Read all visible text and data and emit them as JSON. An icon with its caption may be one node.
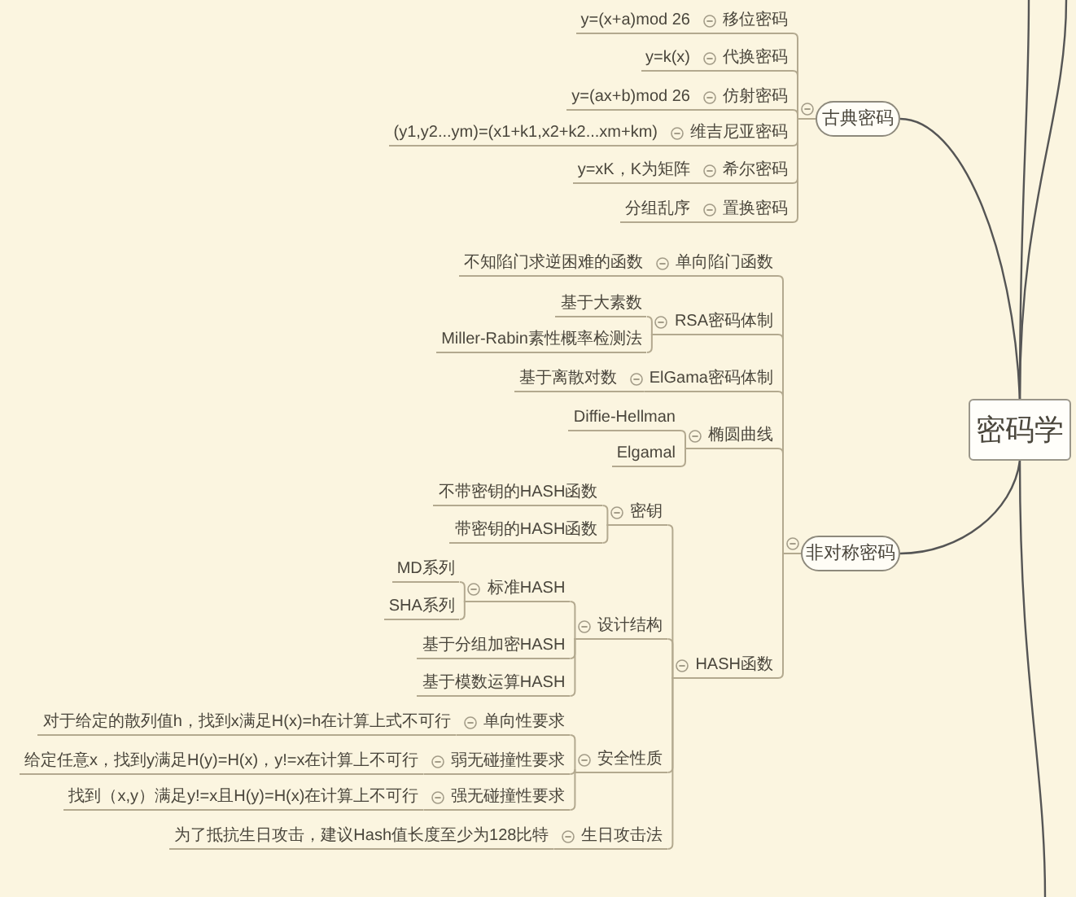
{
  "diagram": {
    "nodes": [
      {
        "text": [
          "密码学"
        ]
      },
      {
        "text": [
          "古典密码"
        ]
      },
      {
        "text": [
          "移位密码"
        ]
      },
      {
        "text": [
          "y=(x+a)mod 26"
        ]
      },
      {
        "text": [
          "代换密码"
        ]
      },
      {
        "text": [
          "y=k(x)"
        ]
      },
      {
        "text": [
          "仿射密码"
        ]
      },
      {
        "text": [
          "y=(ax+b)mod 26"
        ]
      },
      {
        "text": [
          "维吉尼亚密码"
        ]
      },
      {
        "text": [
          "(y1,y2...ym)=(x1+k1,x2+k2...xm+km)"
        ]
      },
      {
        "text": [
          "希尔密码"
        ]
      },
      {
        "text": [
          "y=xK，K为矩阵"
        ]
      },
      {
        "text": [
          "置换密码"
        ]
      },
      {
        "text": [
          "分组乱序"
        ]
      },
      {
        "text": [
          "非对称密码"
        ]
      },
      {
        "text": [
          "单向陷门函数"
        ]
      },
      {
        "text": [
          "不知陷门求逆困难的函数"
        ]
      },
      {
        "text": [
          "RSA密码体制"
        ]
      },
      {
        "text": [
          "基于大素数"
        ]
      },
      {
        "text": [
          "Miller-Rabin素性概率检测法"
        ]
      },
      {
        "text": [
          "ElGama密码体制"
        ]
      },
      {
        "text": [
          "基于离散对数"
        ]
      },
      {
        "text": [
          "椭圆曲线"
        ]
      },
      {
        "text": [
          "Diffie-Hellman"
        ]
      },
      {
        "text": [
          "Elgamal"
        ]
      },
      {
        "text": [
          "HASH函数"
        ]
      },
      {
        "text": [
          "密钥"
        ]
      },
      {
        "text": [
          "不带密钥的HASH函数"
        ]
      },
      {
        "text": [
          "带密钥的HASH函数"
        ]
      },
      {
        "text": [
          "设计结构"
        ]
      },
      {
        "text": [
          "标准HASH"
        ]
      },
      {
        "text": [
          "MD系列"
        ]
      },
      {
        "text": [
          "SHA系列"
        ]
      },
      {
        "text": [
          "基于分组加密HASH"
        ]
      },
      {
        "text": [
          "基于模数运算HASH"
        ]
      },
      {
        "text": [
          "安全性质"
        ]
      },
      {
        "text": [
          "单向性要求"
        ]
      },
      {
        "text": [
          "对于给定的散列值h，找到x满足H(x)=h在计算上式不可行"
        ]
      },
      {
        "text": [
          "弱无碰撞性要求"
        ]
      },
      {
        "text": [
          "给定任意x，找到y满足H(y)=H(x)，y!=x在计算上不可行"
        ]
      },
      {
        "text": [
          "强无碰撞性要求"
        ]
      },
      {
        "text": [
          "找到（x,y）满足y!=x且H(y)=H(x)在计算上不可行"
        ]
      },
      {
        "text": [
          "生日攻击法"
        ]
      },
      {
        "text": [
          "为了抵抗生日攻击，建议Hash值长度至少为128比特"
        ]
      }
    ],
    "edges": [
      {
        "from": 0,
        "to": 1,
        "arrow": "none",
        "color": "#555555"
      },
      {
        "from": 0,
        "to": 14,
        "arrow": "none",
        "color": "#555555"
      },
      {
        "from": 0,
        "to": null,
        "arrow": "none",
        "color": "#555555"
      },
      {
        "from": 0,
        "to": null,
        "arrow": "none",
        "color": "#555555"
      },
      {
        "from": 0,
        "to": null,
        "arrow": "none",
        "color": "#555555"
      },
      {
        "from": 1,
        "to": 2,
        "arrow": "none"
      },
      {
        "from": 2,
        "to": 3,
        "arrow": "none"
      },
      {
        "from": 1,
        "to": 4,
        "arrow": "none"
      },
      {
        "from": 4,
        "to": 5,
        "arrow": "none"
      },
      {
        "from": 1,
        "to": 6,
        "arrow": "none"
      },
      {
        "from": 6,
        "to": 7,
        "arrow": "none"
      },
      {
        "from": 1,
        "to": 8,
        "arrow": "none"
      },
      {
        "from": 8,
        "to": 9,
        "arrow": "none"
      },
      {
        "from": 1,
        "to": 10,
        "arrow": "none"
      },
      {
        "from": 10,
        "to": 11,
        "arrow": "none"
      },
      {
        "from": 1,
        "to": 12,
        "arrow": "none"
      },
      {
        "from": 12,
        "to": 13,
        "arrow": "none"
      },
      {
        "from": 14,
        "to": 15,
        "arrow": "none"
      },
      {
        "from": 15,
        "to": 16,
        "arrow": "none"
      },
      {
        "from": 14,
        "to": 17,
        "arrow": "none"
      },
      {
        "from": 17,
        "to": 18,
        "arrow": "none"
      },
      {
        "from": 17,
        "to": 19,
        "arrow": "none"
      },
      {
        "from": 14,
        "to": 20,
        "arrow": "none"
      },
      {
        "from": 20,
        "to": 21,
        "arrow": "none"
      },
      {
        "from": 14,
        "to": 22,
        "arrow": "none"
      },
      {
        "from": 22,
        "to": 23,
        "arrow": "none"
      },
      {
        "from": 22,
        "to": 24,
        "arrow": "none"
      },
      {
        "from": 14,
        "to": 25,
        "arrow": "none"
      },
      {
        "from": 25,
        "to": 26,
        "arrow": "none"
      },
      {
        "from": 26,
        "to": 27,
        "arrow": "none"
      },
      {
        "from": 26,
        "to": 28,
        "arrow": "none"
      },
      {
        "from": 25,
        "to": 29,
        "arrow": "none"
      },
      {
        "from": 29,
        "to": 30,
        "arrow": "none"
      },
      {
        "from": 30,
        "to": 31,
        "arrow": "none"
      },
      {
        "from": 30,
        "to": 32,
        "arrow": "none"
      },
      {
        "from": 29,
        "to": 33,
        "arrow": "none"
      },
      {
        "from": 29,
        "to": 34,
        "arrow": "none"
      },
      {
        "from": 25,
        "to": 35,
        "arrow": "none"
      },
      {
        "from": 35,
        "to": 36,
        "arrow": "none"
      },
      {
        "from": 36,
        "to": 37,
        "arrow": "none"
      },
      {
        "from": 35,
        "to": 38,
        "arrow": "none"
      },
      {
        "from": 38,
        "to": 39,
        "arrow": "none"
      },
      {
        "from": 35,
        "to": 40,
        "arrow": "none"
      },
      {
        "from": 40,
        "to": 41,
        "arrow": "none"
      },
      {
        "from": 25,
        "to": 42,
        "arrow": "none"
      },
      {
        "from": 42,
        "to": 43,
        "arrow": "none"
      }
    ]
  }
}
